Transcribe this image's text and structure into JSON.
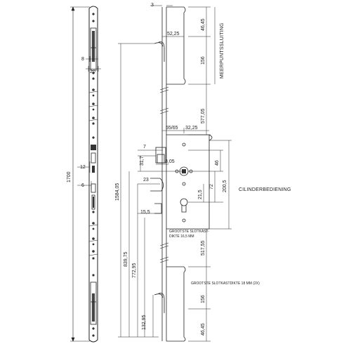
{
  "labels": {
    "meerpuntssluiting": "MEERPUNTSSLUITING",
    "cilinderbediening": "CILINDERBEDIENING",
    "note_slotkast_line1": "GROOTSTE SLOTKAST-",
    "note_slotkast_line2": "DIKTE 16,5 MM",
    "note_slotkast_18": "GROOTSTE SLOTKASTDIKTE 18 MM (2X)"
  },
  "dimensions": {
    "total_length": "1700",
    "d_8": "8",
    "d_20": "20",
    "d_12": "12",
    "d_6": "6",
    "d_3": "3",
    "d_52_25": "52,25",
    "d_46_45_top": "46,45",
    "d_156_top": "156",
    "d_577_05": "577,05",
    "d_55_65": "55/65",
    "d_32_25": "32,25",
    "d_7": "7",
    "d_8_05": "8,05",
    "d_31_7": "31,7",
    "d_46": "46",
    "d_23": "23",
    "d_72": "72",
    "d_200_5": "200,5",
    "d_21_5": "21,5",
    "d_15_5": "15,5",
    "d_1584_05": "1584,05",
    "d_839_75": "839,75",
    "d_772_95": "772,95",
    "d_517_55": "517,55",
    "d_156_bottom": "156",
    "d_132_95": "132,95",
    "d_46_45_bottom": "46,45"
  }
}
